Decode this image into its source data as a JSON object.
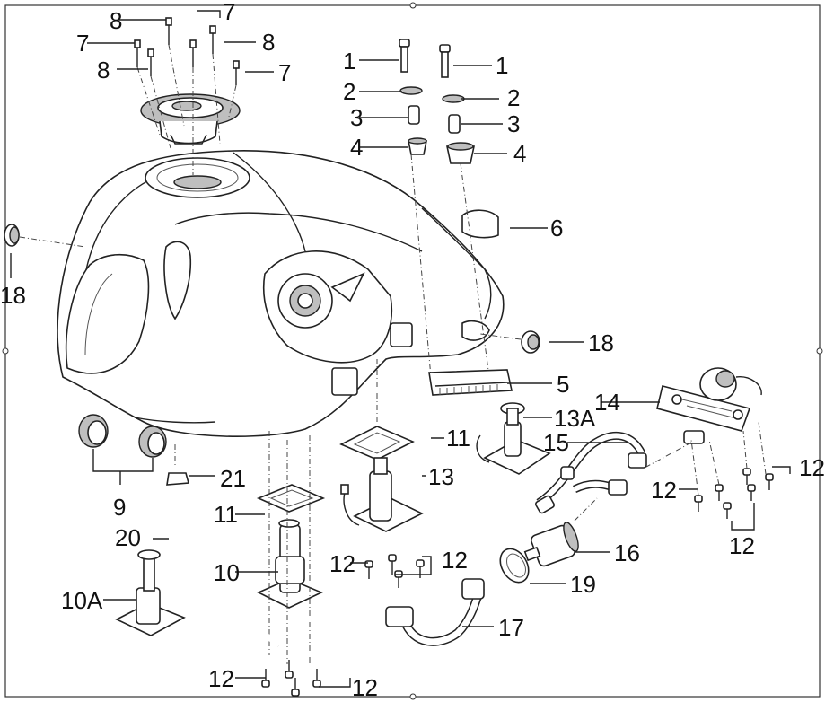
{
  "diagram": {
    "callouts": {
      "c1a": "1",
      "c1b": "1",
      "c2a": "2",
      "c2b": "2",
      "c3a": "3",
      "c3b": "3",
      "c4a": "4",
      "c4b": "4",
      "c5": "5",
      "c6": "6",
      "c7a": "7",
      "c7b": "7",
      "c7c": "7",
      "c8a": "8",
      "c8b": "8",
      "c8c": "8",
      "c9": "9",
      "c10": "10",
      "c10a": "10A",
      "c11a": "11",
      "c11b": "11",
      "c12a": "12",
      "c12b": "12",
      "c12c": "12",
      "c12d": "12",
      "c12e": "12",
      "c12f": "12",
      "c12g": "12",
      "c13": "13",
      "c13a": "13A",
      "c14": "14",
      "c15": "15",
      "c16": "16",
      "c17": "17",
      "c18a": "18",
      "c18b": "18",
      "c19": "19",
      "c20": "20",
      "c21": "21"
    }
  }
}
